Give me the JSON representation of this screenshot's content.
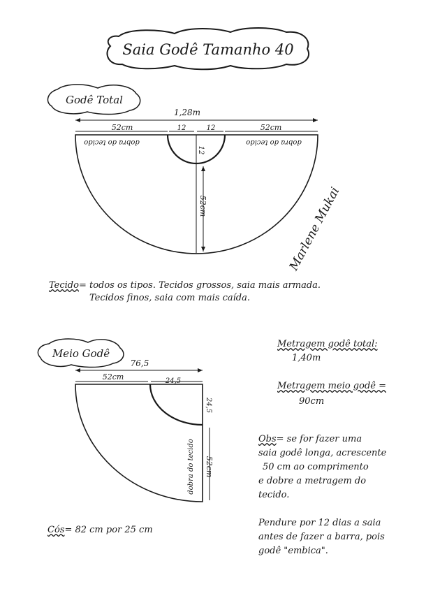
{
  "title": "Saia Godê Tamanho 40",
  "sections": {
    "total": {
      "label": "Godê Total",
      "overall_width": "1,28m",
      "left_width": "52cm",
      "left_waist": "12",
      "right_waist": "12",
      "right_width": "52cm",
      "waist_depth": "12",
      "length": "52cm",
      "fold_left": "dobra do tecido",
      "fold_right": "dobra do tecido"
    },
    "half": {
      "label": "Meio Godê",
      "overall_width": "76,5",
      "width": "52cm",
      "waist": "24,5",
      "waist_depth": "24,5",
      "length": "52cm",
      "fold": "dobra do tecido"
    }
  },
  "fabric_note": {
    "heading": "Tecido",
    "line1": "= todos os tipos. Tecidos grossos, saia mais armada.",
    "line2": "Tecidos finos, saia com mais caída."
  },
  "yardage": {
    "total_label": "Metragem godê total:",
    "total_value": "1,40m",
    "half_label": "Metragem meio godê =",
    "half_value": "90cm"
  },
  "obs": {
    "heading": "Obs",
    "lines": [
      "= se for fazer uma",
      "saia godê longa, acrescente",
      "50 cm ao comprimento",
      "e dobre a metragem do",
      "tecido."
    ]
  },
  "hang_note": {
    "lines": [
      "Pendure por 12 dias a saia",
      "antes de fazer a barra, pois",
      "godê \"embica\"."
    ]
  },
  "waistband": {
    "heading": "Cós",
    "text": "= 82 cm  por  25 cm"
  },
  "signature": "Marlene Mukai"
}
